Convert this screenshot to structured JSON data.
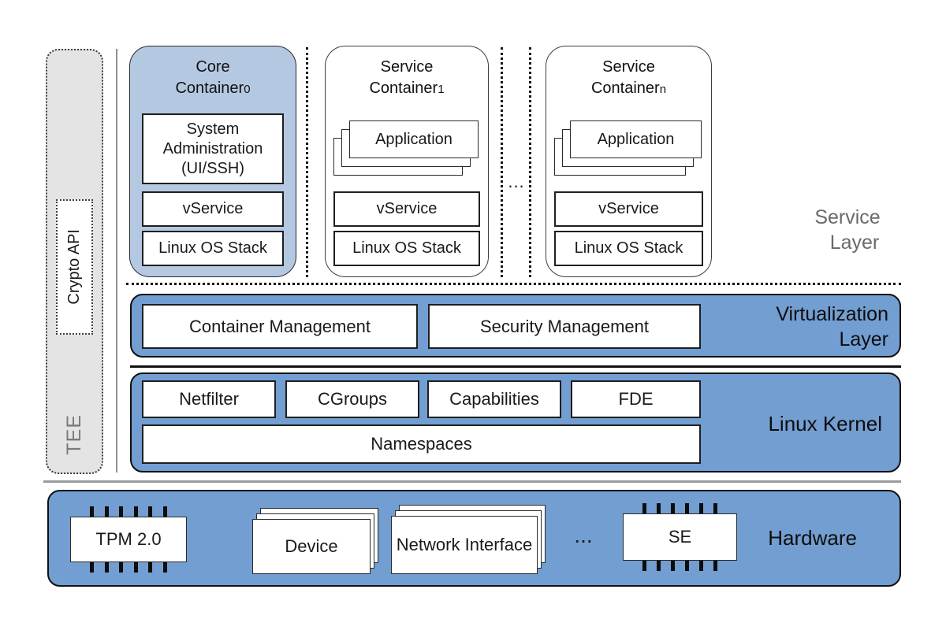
{
  "tee": {
    "label": "TEE",
    "crypto_api_label": "Crypto API"
  },
  "service_layer": {
    "label_line1": "Service",
    "label_line2": "Layer",
    "ellipsis": "...",
    "core_container": {
      "title_line1": "Core",
      "title_base": "Container",
      "title_sub": "0",
      "admin_box": "System Administration (UI/SSH)",
      "vservice": "vService",
      "os_stack": "Linux OS Stack"
    },
    "service_container_1": {
      "title_line1": "Service",
      "title_base": "Container",
      "title_sub": "1",
      "application": "Application",
      "vservice": "vService",
      "os_stack": "Linux OS Stack"
    },
    "service_container_n": {
      "title_line1": "Service",
      "title_base": "Container",
      "title_sub": "n",
      "application": "Application",
      "vservice": "vService",
      "os_stack": "Linux OS Stack"
    }
  },
  "virtualization_layer": {
    "label_line1": "Virtualization",
    "label_line2": "Layer",
    "boxes": [
      "Container Management",
      "Security Management"
    ]
  },
  "linux_kernel": {
    "label": "Linux Kernel",
    "boxes": [
      "Netfilter",
      "CGroups",
      "Capabilities",
      "FDE"
    ],
    "namespaces": "Namespaces"
  },
  "hardware": {
    "label": "Hardware",
    "tpm": "TPM 2.0",
    "device": "Device",
    "network_interface": "Network Interface",
    "ellipsis": "...",
    "se": "SE"
  },
  "colors": {
    "band_blue": "#729ed1",
    "container_light_blue": "#b5c8e2",
    "tee_gray": "#e4e4e4",
    "muted_text": "#6a6a6a"
  }
}
